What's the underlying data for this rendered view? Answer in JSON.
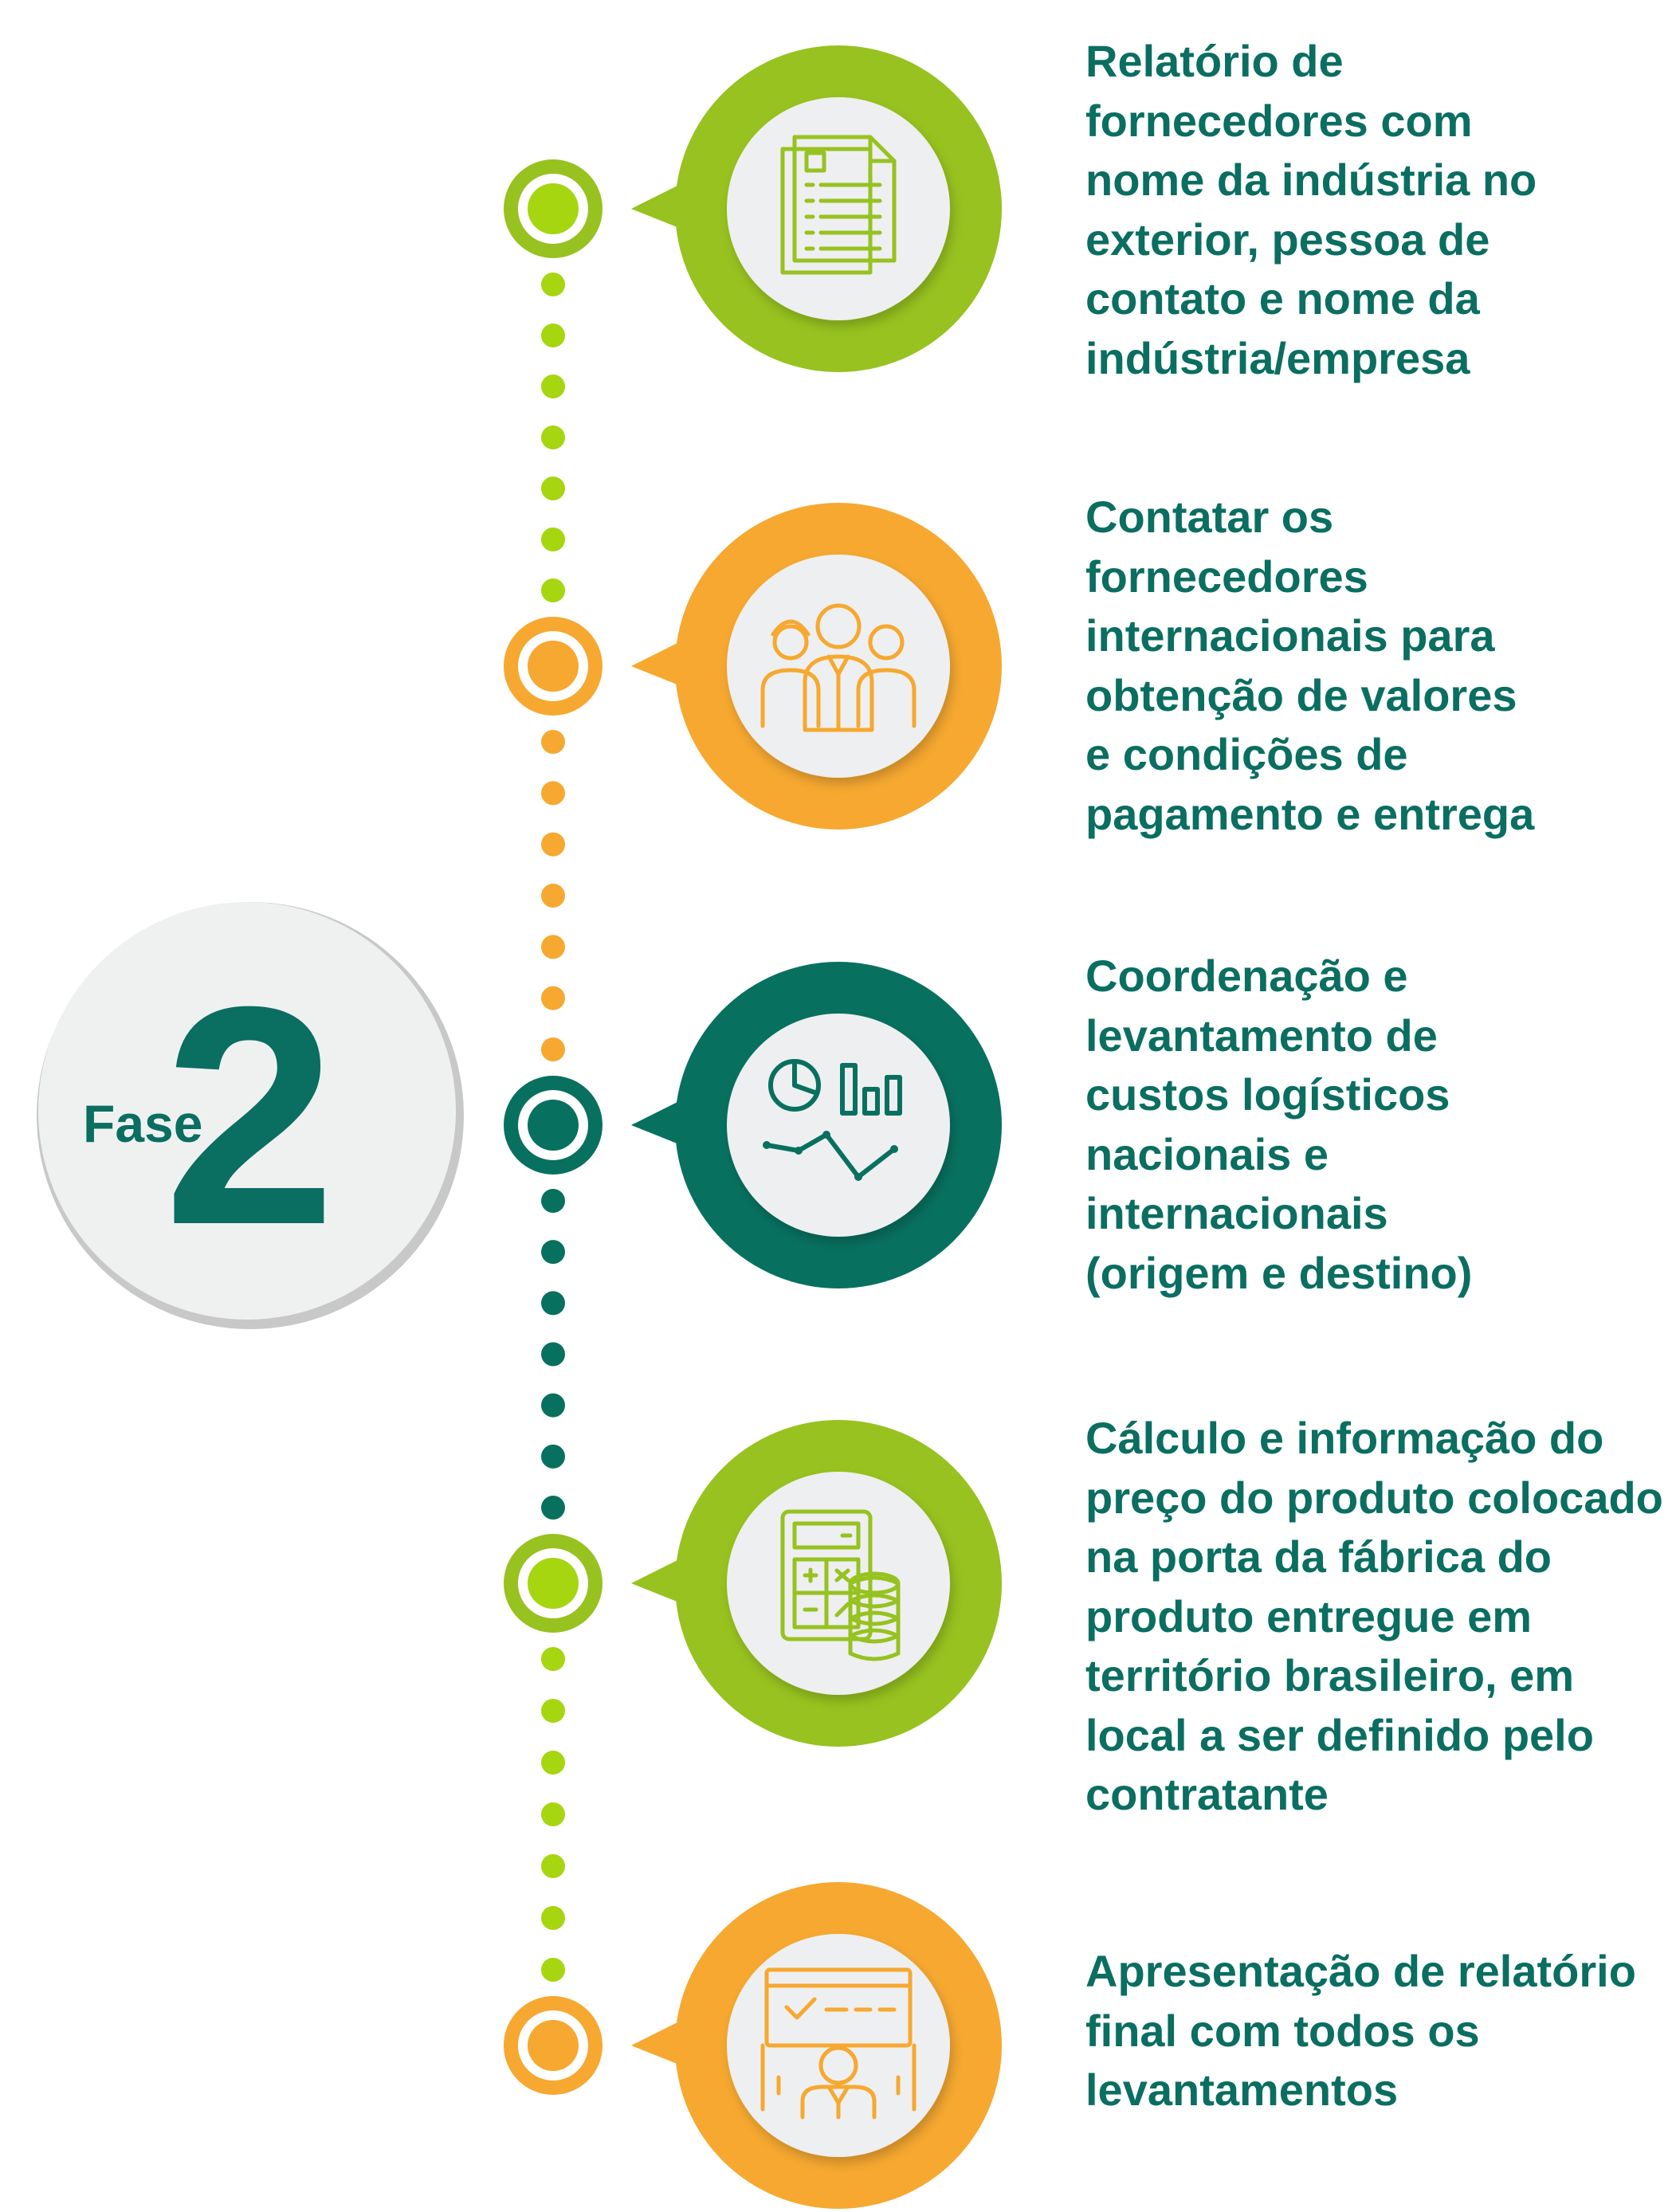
{
  "phase": {
    "label": "Fase",
    "number": "2"
  },
  "colors": {
    "light_green": "#97c21f",
    "dot_light_green": "#a5d60f",
    "orange": "#f6a830",
    "dark_green": "#08705f",
    "text": "#0a6e61",
    "inner_circle": "#eeeff0",
    "phase_circle": "#eff1f1"
  },
  "steps": [
    {
      "color": "light_green",
      "icon": "document-list-icon",
      "lines": [
        "Relatório de",
        "fornecedores com",
        "nome da indústria no",
        "exterior, pessoa de",
        "contato e nome da",
        "indústria/empresa"
      ]
    },
    {
      "color": "orange",
      "icon": "people-group-icon",
      "lines": [
        "Contatar os",
        "fornecedores",
        "internacionais para",
        "obtenção de valores",
        "e condições de",
        "pagamento e entrega"
      ]
    },
    {
      "color": "dark_green",
      "icon": "analytics-chart-icon",
      "lines": [
        "Coordenação e",
        "levantamento de",
        "custos logísticos",
        "nacionais e",
        "internacionais",
        "(origem e destino)"
      ]
    },
    {
      "color": "light_green",
      "icon": "calculator-coins-icon",
      "lines": [
        "Cálculo e informação do",
        "preço do produto colocado",
        "na porta da fábrica do",
        "produto entregue em",
        "território brasileiro, em",
        "local a ser definido pelo",
        "contratante"
      ]
    },
    {
      "color": "orange",
      "icon": "presentation-report-icon",
      "lines": [
        "Apresentação de relatório",
        "final com todos os",
        "levantamentos"
      ]
    }
  ]
}
